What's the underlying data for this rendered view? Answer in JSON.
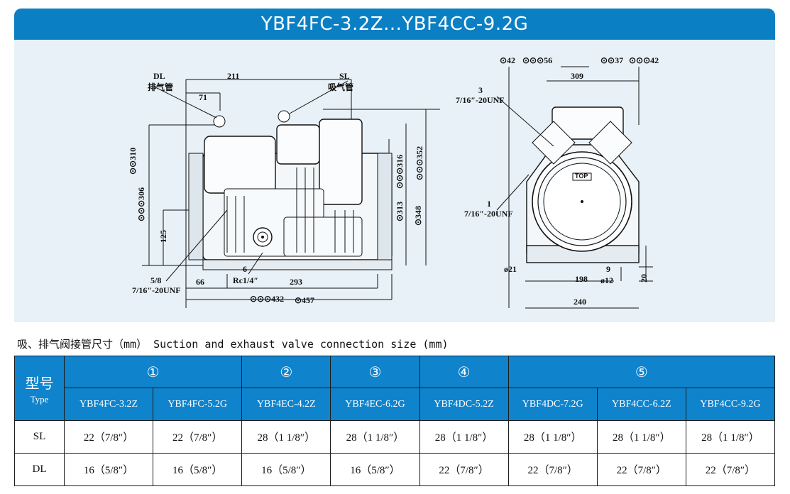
{
  "title": "YBF4FC-3.2Z...YBF4CC-9.2G",
  "drawing": {
    "left_view": {
      "dl_label": "DL",
      "dl_cn": "排气管",
      "sl_label": "SL",
      "sl_cn": "吸气管",
      "dims": {
        "d211": "211",
        "d71": "71",
        "d310": "⊙⊙310",
        "d306": "⊙⊙⊙306",
        "d125": "125",
        "d313": "⊙313",
        "d316": "⊙⊙⊙316",
        "d348": "⊙348",
        "d352": "⊙⊙⊙352",
        "d58": "5/8",
        "d716": "7/16″-20UNF",
        "d66": "66",
        "d6": "6",
        "rc14": "Rc1/4″",
        "d293": "293",
        "d432": "⊙⊙⊙432",
        "d457": "⊙457"
      }
    },
    "right_view": {
      "dims": {
        "d42a": "⊙42",
        "d56": "⊙⊙⊙56",
        "d37": "⊙⊙37",
        "d42b": "⊙⊙⊙42",
        "d309": "309",
        "d3": "3",
        "d3unf": "7/16″-20UNF",
        "d1": "1",
        "d1unf": "7/16″-20UNF",
        "d21": "ø21",
        "d198": "198",
        "d9": "9",
        "d12": "ø12",
        "d20": "20",
        "d240": "240",
        "top": "TOP"
      }
    }
  },
  "caption": "吸、排气阀接管尺寸（mm） Suction and exhaust valve connection size (mm)",
  "table": {
    "type_cn": "型号",
    "type_en": "Type",
    "groups": [
      "①",
      "②",
      "③",
      "④",
      "⑤"
    ],
    "models": [
      "YBF4FC-3.2Z",
      "YBF4FC-5.2G",
      "YBF4EC-4.2Z",
      "YBF4EC-6.2G",
      "YBF4DC-5.2Z",
      "YBF4DC-7.2G",
      "YBF4CC-6.2Z",
      "YBF4CC-9.2G"
    ],
    "rows": [
      {
        "label": "SL",
        "values": [
          "22（7/8″）",
          "22（7/8″）",
          "28（1 1/8″）",
          "28（1 1/8″）",
          "28（1 1/8″）",
          "28（1 1/8″）",
          "28（1 1/8″）",
          "28（1 1/8″）"
        ]
      },
      {
        "label": "DL",
        "values": [
          "16（5/8″）",
          "16（5/8″）",
          "16（5/8″）",
          "16（5/8″）",
          "22（7/8″）",
          "22（7/8″）",
          "22（7/8″）",
          "22（7/8″）"
        ]
      }
    ]
  },
  "colors": {
    "header_blue": "#0f83cc",
    "drawing_bg": "#e7f1f7"
  }
}
